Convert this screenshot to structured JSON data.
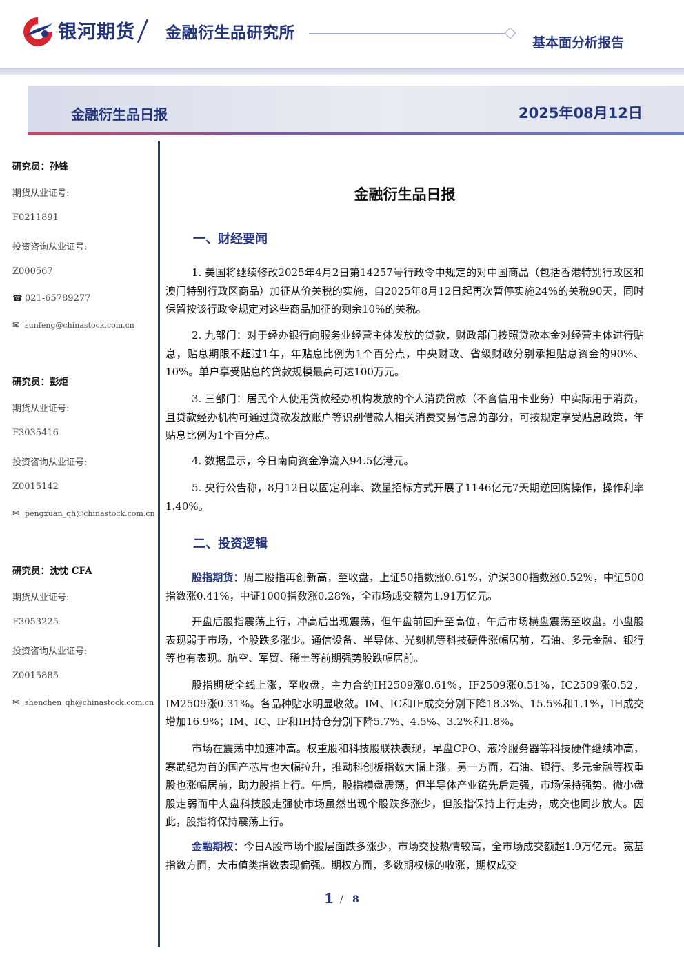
{
  "header": {
    "brand_name": "银河期货",
    "institute_name": "金融衍生品研究所",
    "report_type": "基本面分析报告"
  },
  "banner": {
    "title": "金融衍生品日报",
    "date": "2025年08月12日"
  },
  "analysts": [
    {
      "name_line": "研究员：孙锋",
      "license_label": "期货从业证号:",
      "license": "F0211891",
      "consult_label": "投资咨询从业证号:",
      "consult": "Z000567",
      "phone": "021-65789277",
      "email": "sunfeng@chinastock.com.cn"
    },
    {
      "name_line": "研究员：彭炬",
      "license_label": "期货从业证号:",
      "license": "F3035416",
      "consult_label": "投资咨询从业证号:",
      "consult": "Z0015142",
      "email": "pengxuan_qh@chinastock.com.cn"
    },
    {
      "name_line": "研究员：沈忱 CFA",
      "license_label": "期货从业证号:",
      "license": "F3053225",
      "consult_label": "投资咨询从业证号:",
      "consult": "Z0015885",
      "email": "shenchen_qh@chinastock.com.cn"
    }
  ],
  "doc": {
    "title": "金融衍生品日报",
    "section1": "一、财经要闻",
    "news": [
      "1. 美国将继续修改2025年4月2日第14257号行政令中规定的对中国商品（包括香港特别行政区和澳门特别行政区商品）加征从价关税的实施，自2025年8月12日起再次暂停实施24%的关税90天，同时保留按该行政令规定对这些商品加征的剩余10%的关税。",
      "2. 九部门：对于经办银行向服务业经营主体发放的贷款，财政部门按照贷款本金对经营主体进行贴息，贴息期限不超过1年，年贴息比例为1个百分点，中央财政、省级财政分别承担贴息资金的90%、10%。单户享受贴息的贷款规模最高可达100万元。",
      "3. 三部门：居民个人使用贷款经办机构发放的个人消费贷款（不含信用卡业务）中实际用于消费，且贷款经办机构可通过贷款发放账户等识别借款人相关消费交易信息的部分，可按规定享受贴息政策，年贴息比例为1个百分点。",
      "4. 数据显示，今日南向资金净流入94.5亿港元。",
      "5. 央行公告称，8月12日以固定利率、数量招标方式开展了1146亿元7天期逆回购操作，操作利率1.40%。"
    ],
    "section2": "二、投资逻辑",
    "logic": {
      "p1_lead": "股指期货：",
      "p1": "周二股指再创新高，至收盘，上证50指数涨0.61%，沪深300指数涨0.52%，中证500指数涨0.41%，中证1000指数涨0.28%，全市场成交额为1.91万亿元。",
      "p2": "开盘后股指震荡上行，冲高后出现震荡，但午盘前回升至高位，午后市场横盘震荡至收盘。小盘股表现弱于市场，个股跌多涨少。通信设备、半导体、光刻机等科技硬件涨幅居前，石油、多元金融、银行等也有表现。航空、军贸、稀土等前期强势股跌幅居前。",
      "p3": "股指期货全线上涨，至收盘，主力合约IH2509涨0.61%，IF2509涨0.51%，IC2509涨0.52，IM2509涨0.31%。各品种贴水明显收敛。IM、IC和IF成交分别下降18.3%、15.5%和1.1%，IH成交增加16.9%；IM、IC、IF和IH持仓分别下降5.7%、4.5%、3.2%和1.8%。",
      "p4": "市场在震荡中加速冲高。权重股和科技股联袂表现，早盘CPO、液冷服务器等科技硬件继续冲高，寒武纪为首的国产芯片也大幅拉升，推动科创板指数大幅上涨。另一方面，石油、银行、多元金融等权重股也涨幅居前，助力股指上行。午后，股指横盘震荡，但半导体产业链先后走强，市场保持强势。微小盘股走弱而中大盘科技股走强使市场虽然出现个股跌多涨少，但股指保持上行走势，成交也同步放大。因此，股指将保持震荡上行。",
      "p5_lead": "金融期权：",
      "p5": "今日A股市场个股层面跌多涨少，市场交投热情较高，全市场成交额超1.9万亿元。宽基指数方面，大市值类指数表现偏强。期权方面，多数期权标的收涨，期权成交"
    }
  },
  "footer": {
    "page": "1",
    "sep": "/",
    "total": "8"
  },
  "colors": {
    "brand_blue": "#24357b",
    "logo_red": "#d9252f"
  }
}
